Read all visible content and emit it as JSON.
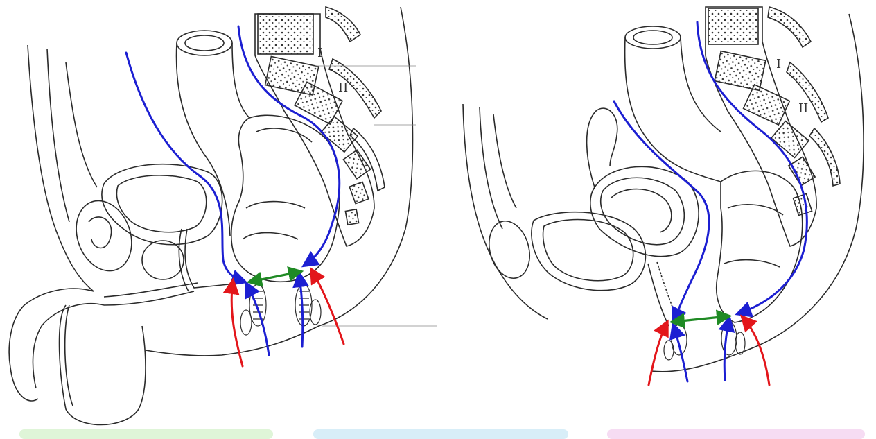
{
  "vertebra_labels": {
    "male_I": "I",
    "male_II": "II",
    "female_I": "I",
    "female_II": "II"
  },
  "colors": {
    "outline": "#2a2a2a",
    "incision_path": "#1c1fd2",
    "perineal_arrow": "#e3161b",
    "distance_arrow": "#1f8a24",
    "pill_green": "#dff5d8",
    "pill_blue": "#d8eef8",
    "pill_pink": "#f6dcf3"
  }
}
